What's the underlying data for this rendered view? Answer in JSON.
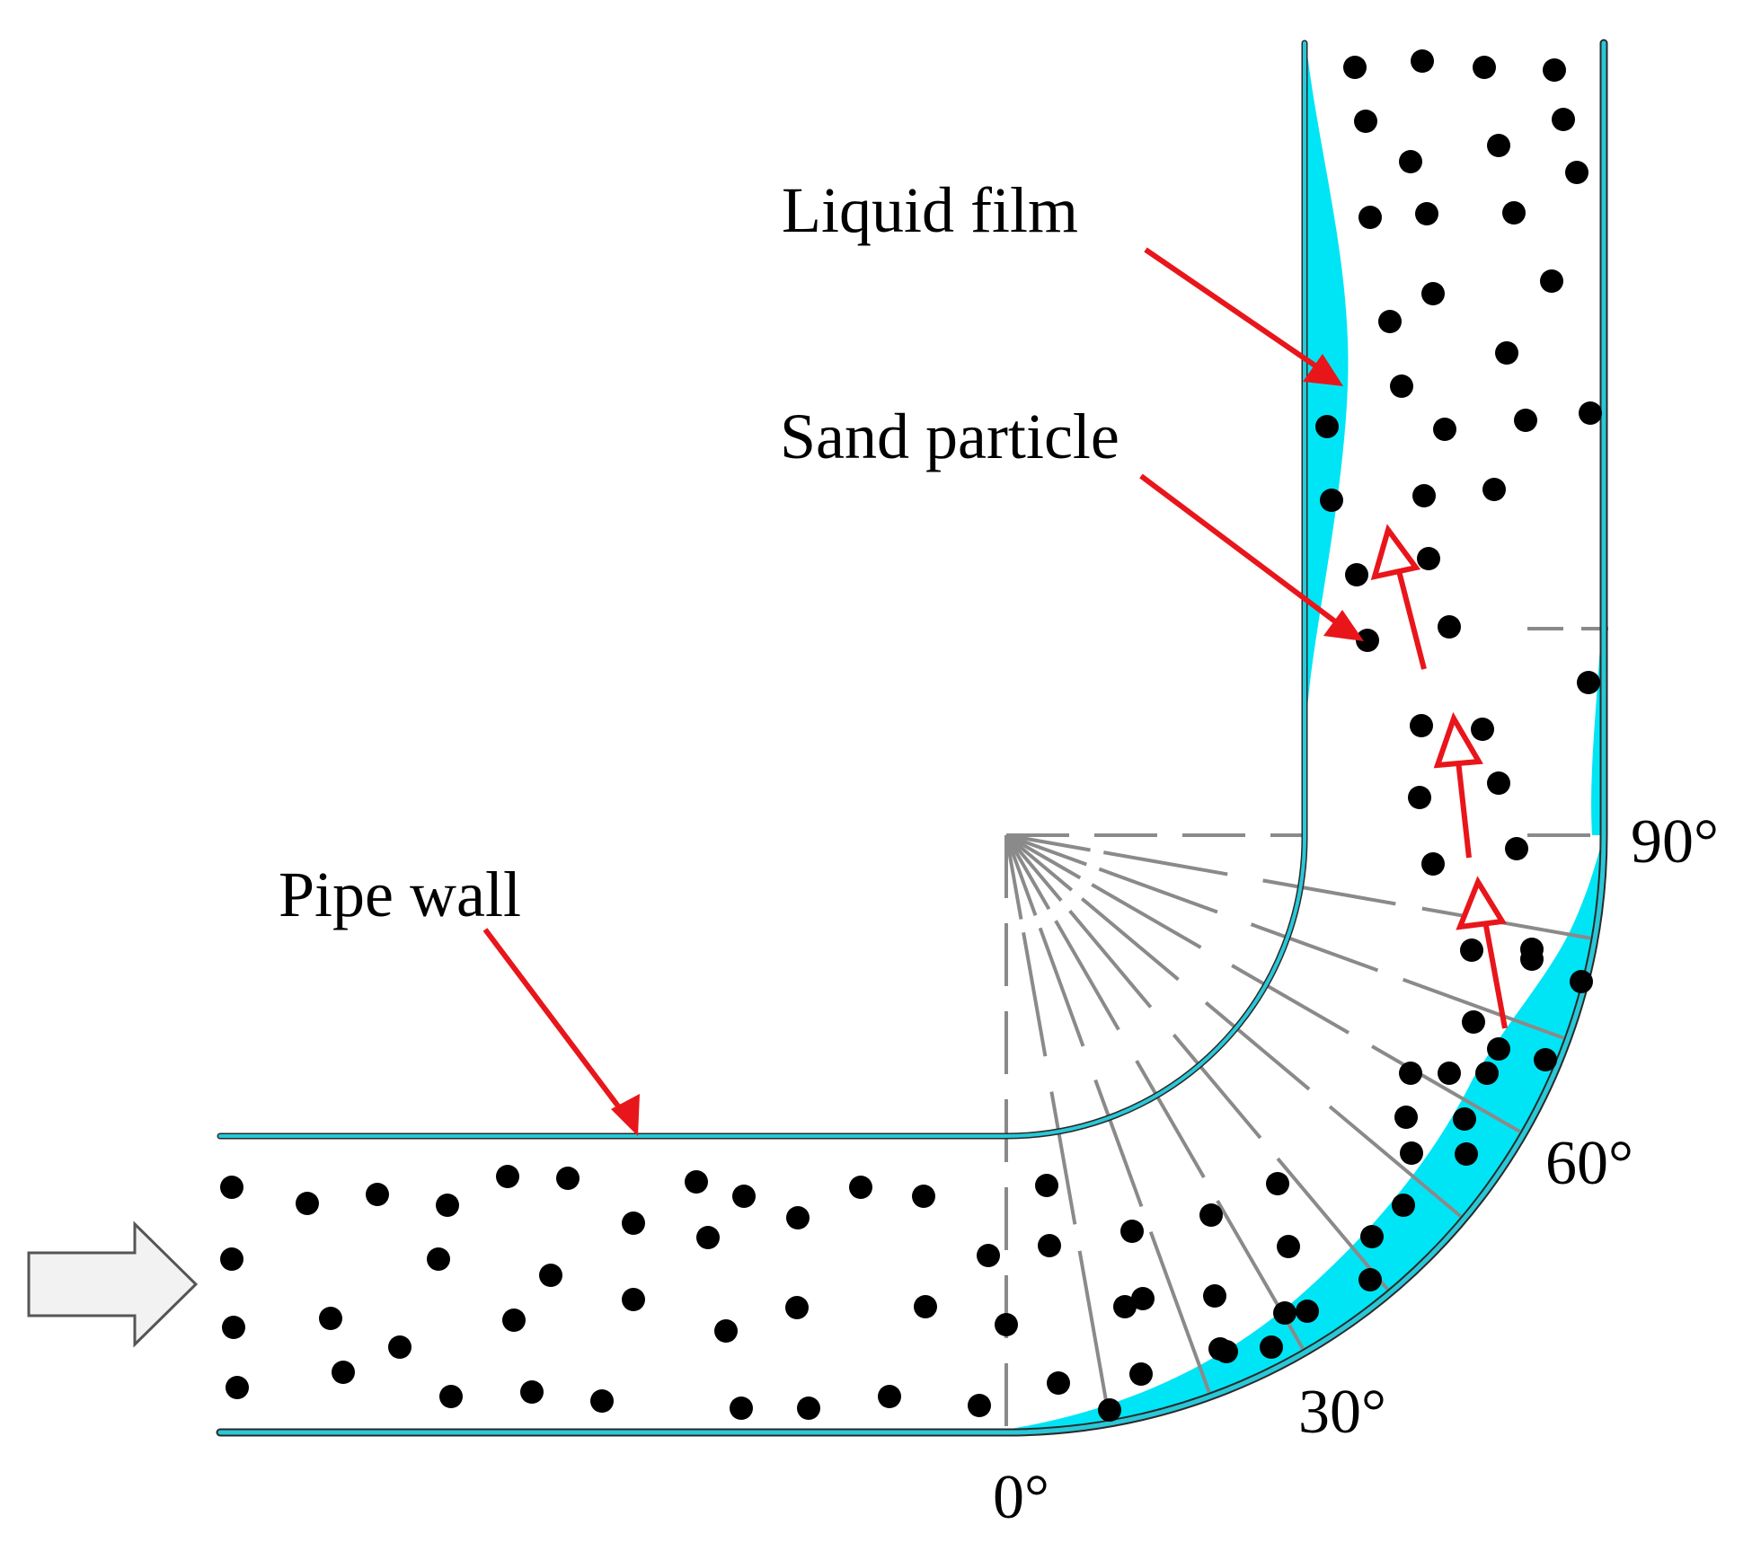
{
  "labels": {
    "liquid_film": "Liquid film",
    "sand_particle": "Sand particle",
    "pipe_wall": "Pipe wall"
  },
  "angles": {
    "a0": "0°",
    "a30": "30°",
    "a60": "60°",
    "a90": "90°"
  },
  "colors": {
    "pipe_wall": "#29c8d8",
    "liquid_film": "#00e5f5",
    "callout_arrow": "#e8161b",
    "flow_arrow": "#e8161b",
    "particle": "#000000",
    "radial_lines": "#8a8a8a",
    "inlet_arrow_fill": "#f2f2f2",
    "inlet_arrow_stroke": "#555555"
  },
  "icons": {
    "inlet": "inlet-flow-arrow-icon",
    "callout": "red-callout-arrow-icon",
    "particle_flow": "hollow-red-flow-arrow-icon"
  }
}
